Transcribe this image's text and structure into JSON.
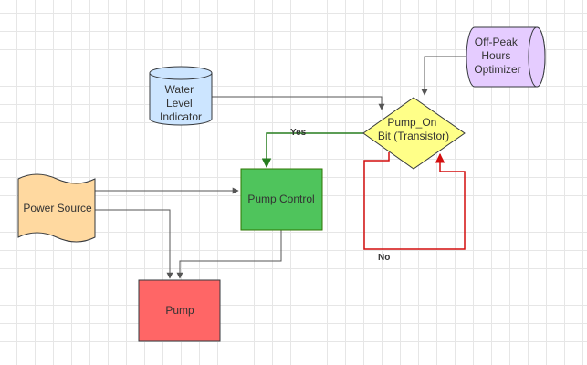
{
  "nodes": {
    "water_level": {
      "lines": [
        "Water",
        "Level",
        "Indicator"
      ],
      "shape": "cylinder",
      "fill": "#cce5ff",
      "stroke": "#36393d"
    },
    "off_peak": {
      "lines": [
        "Off-Peak",
        "Hours",
        "Optimizer"
      ],
      "shape": "horizontal-cylinder",
      "fill": "#e5ccff",
      "stroke": "#36393d"
    },
    "pump_on": {
      "lines": [
        "Pump_On",
        "Bit (Transistor)"
      ],
      "shape": "diamond",
      "fill": "#ffff88",
      "stroke": "#36393d"
    },
    "pump_control": {
      "lines": [
        "Pump Control"
      ],
      "shape": "rectangle",
      "fill": "#4fc45c",
      "stroke": "#2d7600"
    },
    "power_source": {
      "lines": [
        "Power Source"
      ],
      "shape": "tape",
      "fill": "#ffd9a0",
      "stroke": "#36393d"
    },
    "pump": {
      "lines": [
        "Pump"
      ],
      "shape": "rectangle",
      "fill": "#ff6666",
      "stroke": "#36393d"
    }
  },
  "edges": {
    "yes_label": "Yes",
    "no_label": "No",
    "yes_color": "#267d1f",
    "no_color": "#d40f0f",
    "default_color": "#555555"
  }
}
